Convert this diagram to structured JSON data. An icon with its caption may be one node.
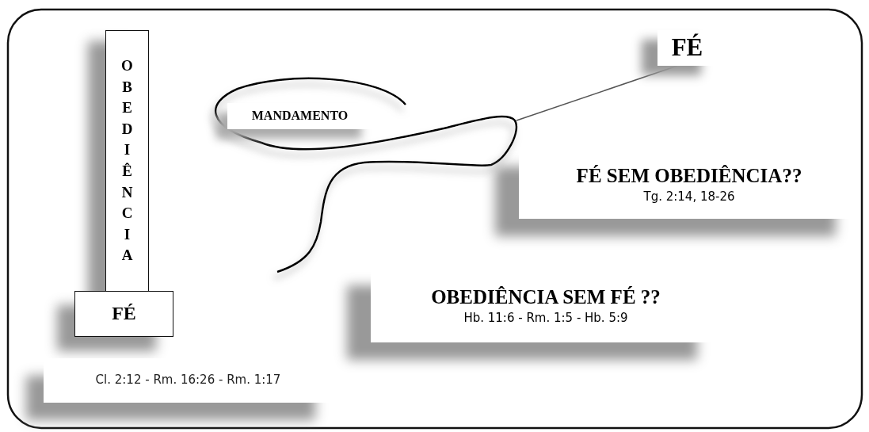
{
  "diagram": {
    "nodes": [
      {
        "text": [
          "OBEDIÊNCIA"
        ]
      },
      {
        "text": [
          "FÉ"
        ]
      },
      {
        "text": [
          "Cl. 2:12 - Rm. 16:26 - Rm. 1:17"
        ]
      },
      {
        "text": [
          "MANDAMENTO"
        ]
      },
      {
        "text": [
          "FÉ"
        ]
      },
      {
        "text": [
          "FÉ SEM OBEDIÊNCIA??",
          "Tg. 2:14, 18-26"
        ]
      },
      {
        "text": [
          "OBEDIÊNCIA SEM FÉ ??",
          "Hb. 11:6 - Rm. 1:5 - Hb. 5:9"
        ]
      }
    ],
    "edges": [
      {
        "from": null,
        "to": 4,
        "arrow": "none"
      }
    ]
  }
}
